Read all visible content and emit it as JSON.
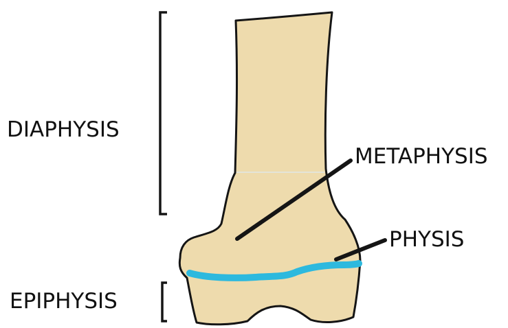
{
  "labels": {
    "diaphysis": "DIAPHYSIS",
    "metaphysis": "METAPHYSIS",
    "physis": "PHYSIS",
    "epiphysis": "EPIPHYSIS"
  },
  "colors": {
    "bone_fill": "#EEDBAD",
    "outline": "#151515",
    "growth_plate": "#2DB9DE",
    "text": "#111111"
  }
}
